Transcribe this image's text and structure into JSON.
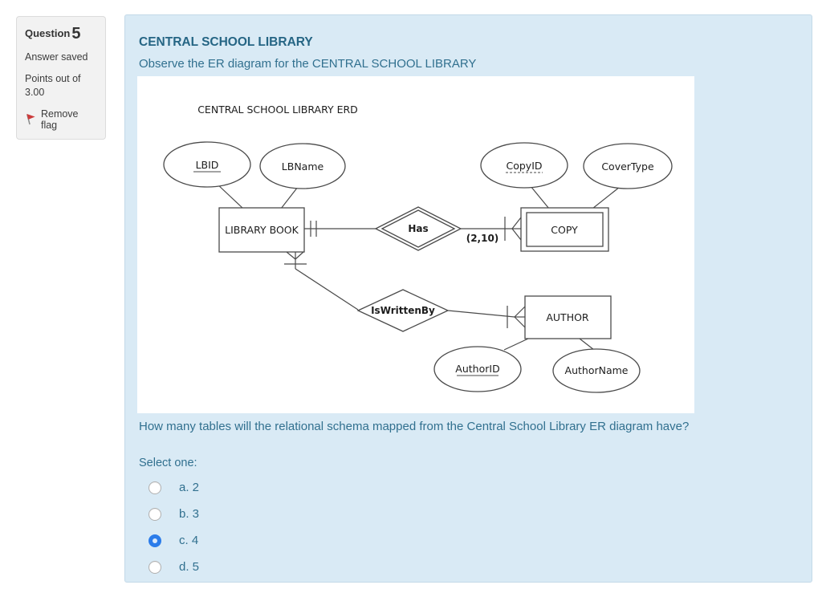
{
  "question_info": {
    "label": "Question",
    "number": "5",
    "status": "Answer saved",
    "points": "Points out of 3.00",
    "flag_action": "Remove flag"
  },
  "content": {
    "title": "CENTRAL SCHOOL LIBRARY",
    "subtitle": "Observe the ER diagram for the CENTRAL SCHOOL LIBRARY",
    "question": "How many tables will the relational schema mapped from the Central School Library ER diagram have?",
    "select_prompt": "Select one:",
    "options": [
      {
        "label": "a. 2",
        "selected": false
      },
      {
        "label": "b. 3",
        "selected": false
      },
      {
        "label": "c. 4",
        "selected": true
      },
      {
        "label": "d. 5",
        "selected": false
      }
    ]
  },
  "diagram": {
    "title": "CENTRAL SCHOOL LIBRARY ERD",
    "entities": {
      "library_book": "LIBRARY BOOK",
      "copy": "COPY",
      "author": "AUTHOR"
    },
    "relationships": {
      "has": "Has",
      "is_written_by": "IsWrittenBy"
    },
    "attributes": {
      "lbid": "LBID",
      "lbname": "LBName",
      "copyid": "CopyID",
      "covertype": "CoverType",
      "authorid": "AuthorID",
      "authorname": "AuthorName"
    },
    "cardinality_label": "(2,10)"
  },
  "colors": {
    "panel_blue": "#d9eaf5",
    "text_teal": "#31708f",
    "title_teal": "#256584",
    "radio_blue": "#2b7cea",
    "flag_red": "#cc3b3b",
    "diagram_stroke": "#4a4a4a"
  }
}
